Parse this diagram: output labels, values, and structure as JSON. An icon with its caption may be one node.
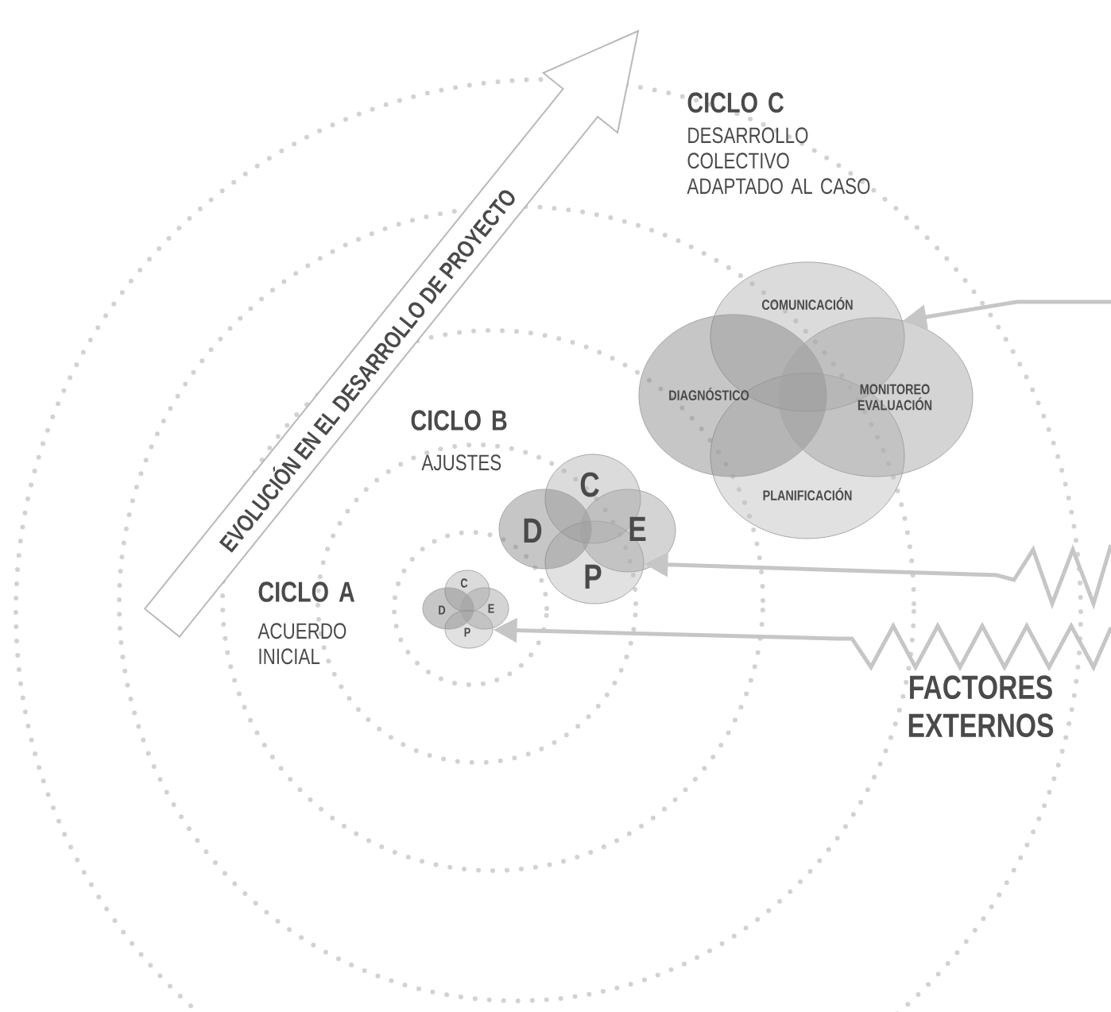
{
  "diagram": {
    "nodes": [
      {
        "text": [
          "COMUNICACIÓN"
        ]
      },
      {
        "text": [
          "DIAGNÓSTICO"
        ]
      },
      {
        "text": [
          "MONITOREO EVALUACIÓN"
        ]
      },
      {
        "text": [
          "PLANIFICACIÓN"
        ]
      },
      {
        "text": [
          "C"
        ]
      },
      {
        "text": [
          "D"
        ]
      },
      {
        "text": [
          "E"
        ]
      },
      {
        "text": [
          "P"
        ]
      },
      {
        "text": [
          "C"
        ]
      },
      {
        "text": [
          "D"
        ]
      },
      {
        "text": [
          "E"
        ]
      },
      {
        "text": [
          "P"
        ]
      }
    ],
    "edges": [
      {
        "from": null,
        "to": 0,
        "arrow": "to"
      },
      {
        "from": null,
        "to": 7,
        "arrow": "to"
      },
      {
        "from": null,
        "to": 11,
        "arrow": "to"
      }
    ],
    "labels": [
      "EVOLUCIÓN EN EL DESARROLLO DE PROYECTO",
      "CICLO C",
      "DESARROLLO COLECTIVO ADAPTADO AL CASO",
      "CICLO B",
      "AJUSTES",
      "CICLO A",
      "ACUERDO INICIAL",
      "FACTORES EXTERNOS"
    ]
  }
}
